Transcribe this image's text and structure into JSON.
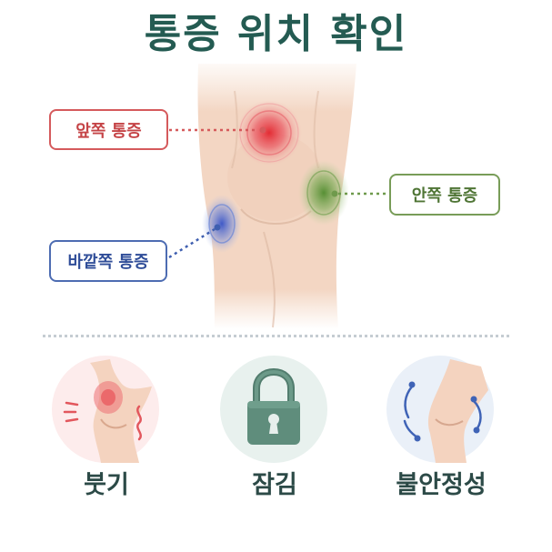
{
  "title": "통증 위치 확인",
  "pain_locations": {
    "front": "앞쪽 통증",
    "inner": "안쪽 통증",
    "outer": "바깥쪽 통증"
  },
  "symptoms": {
    "swelling": "붓기",
    "locking": "잠김",
    "instability": "불안정성"
  },
  "colors": {
    "title": "#245b52",
    "front": "#d55a5c",
    "inner": "#789c58",
    "outer": "#4d6cb2"
  },
  "icons": {
    "swelling": "swollen-knee-icon",
    "locking": "padlock-icon",
    "instability": "unstable-knee-icon"
  }
}
